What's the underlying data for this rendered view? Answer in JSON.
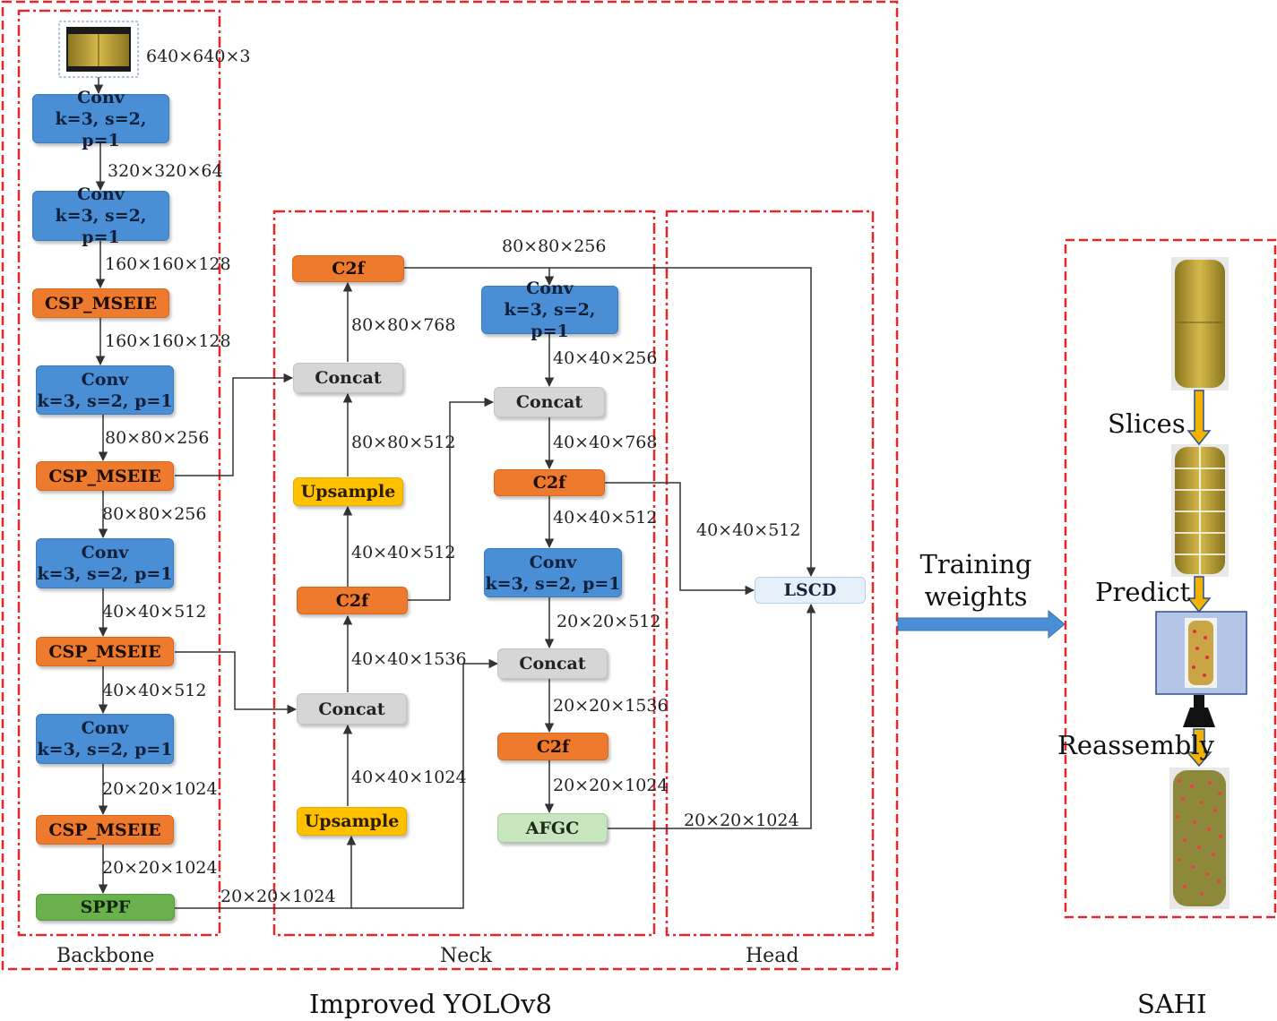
{
  "colors": {
    "frame_red": "#e8262a",
    "conv_blue": "#4a8fd6",
    "csp_orange": "#ee7a2e",
    "concat_gray": "#d6d6d6",
    "upsample_yellow": "#ffc000",
    "sppf_green": "#6ab04c",
    "afgc_lightgreen": "#c7e6bf",
    "lscd_lightblue": "#e6f0fb",
    "sahi_arrow_gold": "#f0b400"
  },
  "input": {
    "image": "corn-cob-thumbnail",
    "dims": "640×640×3"
  },
  "backbone": {
    "label": "Backbone",
    "blocks": [
      {
        "title": "Conv",
        "sub": "k=3, s=2, p=1"
      },
      {
        "title": "Conv",
        "sub": "k=3, s=2, p=1"
      },
      {
        "title": "CSP_MSEIE",
        "sub": ""
      },
      {
        "title": "Conv",
        "sub": "k=3, s=2, p=1"
      },
      {
        "title": "CSP_MSEIE",
        "sub": ""
      },
      {
        "title": "Conv",
        "sub": "k=3, s=2, p=1"
      },
      {
        "title": "CSP_MSEIE",
        "sub": ""
      },
      {
        "title": "Conv",
        "sub": "k=3, s=2, p=1"
      },
      {
        "title": "CSP_MSEIE",
        "sub": ""
      },
      {
        "title": "SPPF",
        "sub": ""
      }
    ],
    "dims": [
      "320×320×64",
      "160×160×128",
      "160×160×128",
      "80×80×256",
      "80×80×256",
      "40×40×512",
      "40×40×512",
      "20×20×1024",
      "20×20×1024"
    ],
    "sppf_out": "20×20×1024"
  },
  "neck": {
    "label": "Neck",
    "left_col": [
      "C2f",
      "Concat",
      "Upsample",
      "C2f",
      "Concat",
      "Upsample"
    ],
    "left_dims": [
      "80×80×768",
      "80×80×512",
      "40×40×512",
      "40×40×1536",
      "40×40×1024"
    ],
    "right_col": [
      {
        "title": "Conv",
        "sub": "k=3, s=2, p=1"
      },
      {
        "title": "Concat",
        "sub": ""
      },
      {
        "title": "C2f",
        "sub": ""
      },
      {
        "title": "Conv",
        "sub": "k=3, s=2, p=1"
      },
      {
        "title": "Concat",
        "sub": ""
      },
      {
        "title": "C2f",
        "sub": ""
      },
      {
        "title": "AFGC",
        "sub": ""
      }
    ],
    "right_dims": [
      "80×80×256",
      "40×40×256",
      "40×40×768",
      "40×40×512",
      "20×20×512",
      "20×20×1536",
      "20×20×1024"
    ]
  },
  "head": {
    "label": "Head",
    "block": "LSCD",
    "dims": [
      "40×40×512",
      "20×20×1024"
    ]
  },
  "model_title": "Improved YOLOv8",
  "transfer_label": "Training\nweights",
  "sahi": {
    "title": "SAHI",
    "steps": [
      "Slices",
      "Predict",
      "Reassembly"
    ]
  }
}
